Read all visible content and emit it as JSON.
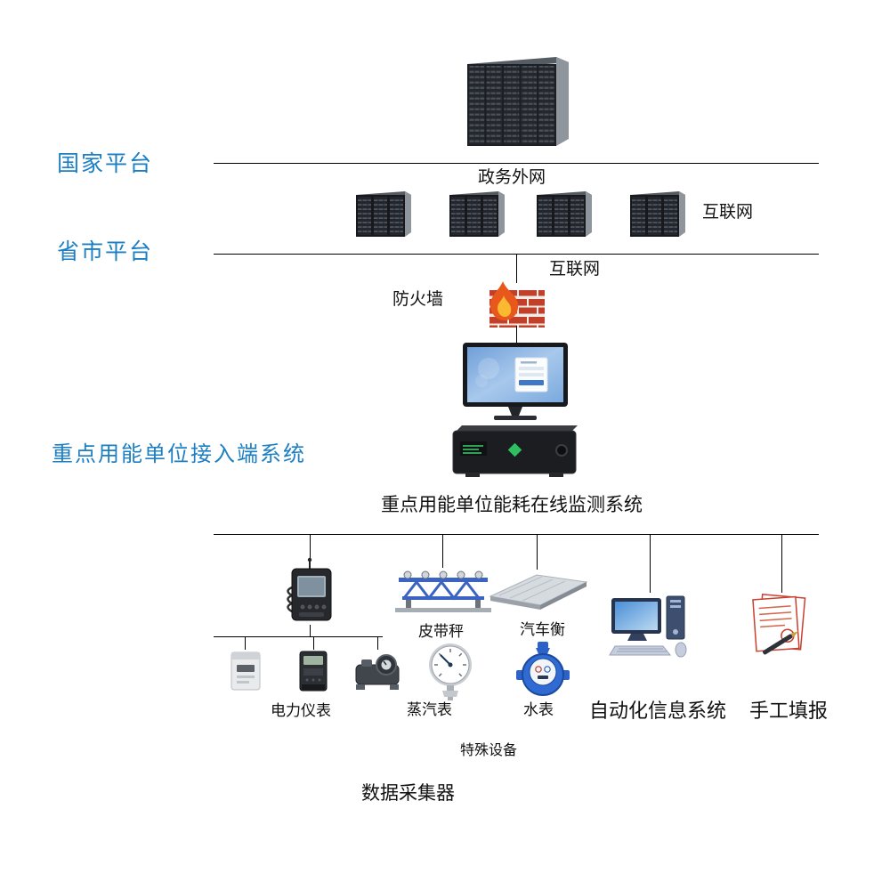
{
  "colors": {
    "platform_label_blue": "#1c7fc3",
    "connector_line": "#000000",
    "firewall_brick": "#c2402a",
    "flame_orange": "#e8581c",
    "background": "#ffffff"
  },
  "platform_labels": {
    "national": "国家平台",
    "provincial": "省市平台",
    "enterprise": "重点用能单位接入端系统"
  },
  "network_labels": {
    "gov_extranet": "政务外网",
    "internet_upper": "互联网",
    "internet_lower": "互联网",
    "firewall": "防火墙"
  },
  "system_label": "重点用能单位能耗在线监测系统",
  "device_labels": {
    "belt_scale": "皮带秤",
    "truck_scale": "汽车衡",
    "power_meters": "电力仪表",
    "steam_meter": "蒸汽表",
    "water_meter": "水表",
    "automation_system": "自动化信息系统",
    "manual_entry": "手工填报",
    "special_equipment": "特殊设备",
    "data_collector": "数据采集器"
  },
  "icons": {
    "national_rack": "server-rack-cluster-icon",
    "provincial_rack": "server-rack-icon",
    "firewall": "brick-wall-flame-icon",
    "monitor": "monitor-login-screen-icon",
    "access_server": "rack-server-icon",
    "data_collector": "handheld-collector-icon",
    "belt_scale": "belt-conveyor-scale-icon",
    "truck_scale": "truck-scale-platform-icon",
    "power_meter_box": "power-meter-box-icon",
    "power_meter_energy": "energy-meter-icon",
    "power_meter_flow": "flow-meter-icon",
    "steam_meter": "pressure-gauge-icon",
    "water_meter": "water-meter-icon",
    "automation_system": "desktop-computer-icon",
    "manual_entry": "paper-form-pen-icon"
  }
}
